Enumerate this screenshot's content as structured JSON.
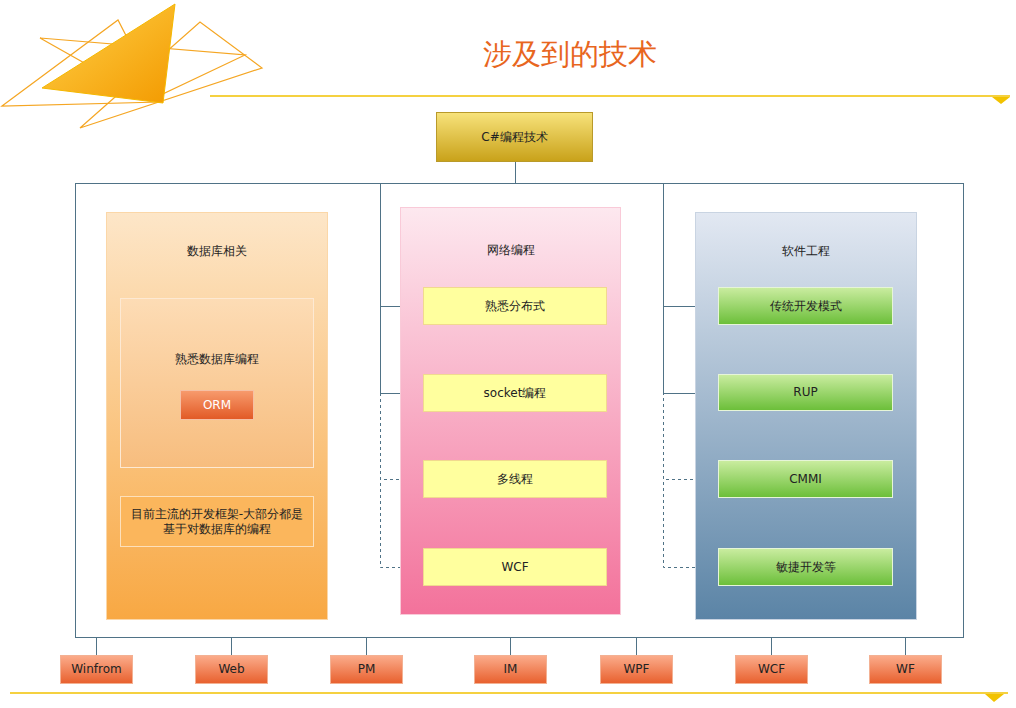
{
  "diagram": {
    "title": "涉及到的技术",
    "nodes": [
      {
        "text": [
          "C#编程技术"
        ]
      },
      {
        "text": [
          "数据库相关"
        ]
      },
      {
        "text": [
          "熟悉数据库编程"
        ],
        "in": 1
      },
      {
        "text": [
          "ORM"
        ],
        "in": 2
      },
      {
        "text": [
          "目前主流的开发框架-大部分都是基于对数据库的编程"
        ],
        "in": 1
      },
      {
        "text": [
          "网络编程"
        ]
      },
      {
        "text": [
          "熟悉分布式"
        ],
        "in": 5
      },
      {
        "text": [
          "socket编程"
        ],
        "in": 5
      },
      {
        "text": [
          "多线程"
        ],
        "in": 5
      },
      {
        "text": [
          "WCF"
        ],
        "in": 5
      },
      {
        "text": [
          "软件工程"
        ]
      },
      {
        "text": [
          "传统开发模式"
        ],
        "in": 10
      },
      {
        "text": [
          "RUP"
        ],
        "in": 10
      },
      {
        "text": [
          "CMMI"
        ],
        "in": 10
      },
      {
        "text": [
          "敏捷开发等"
        ],
        "in": 10
      },
      {
        "text": [
          "Winfrom"
        ]
      },
      {
        "text": [
          "Web"
        ]
      },
      {
        "text": [
          "PM"
        ]
      },
      {
        "text": [
          "IM"
        ]
      },
      {
        "text": [
          "WPF"
        ]
      },
      {
        "text": [
          "WCF"
        ]
      },
      {
        "text": [
          "WF"
        ]
      }
    ],
    "edges": [
      {
        "from": 0,
        "to": 6,
        "arrow": "none"
      },
      {
        "from": 0,
        "to": 7,
        "arrow": "none"
      },
      {
        "from": 0,
        "to": 8,
        "arrow": "none"
      },
      {
        "from": 0,
        "to": 9,
        "arrow": "none"
      },
      {
        "from": 0,
        "to": 11,
        "arrow": "none"
      },
      {
        "from": 0,
        "to": 12,
        "arrow": "none"
      },
      {
        "from": 0,
        "to": 13,
        "arrow": "none"
      },
      {
        "from": 0,
        "to": 14,
        "arrow": "none"
      }
    ]
  }
}
